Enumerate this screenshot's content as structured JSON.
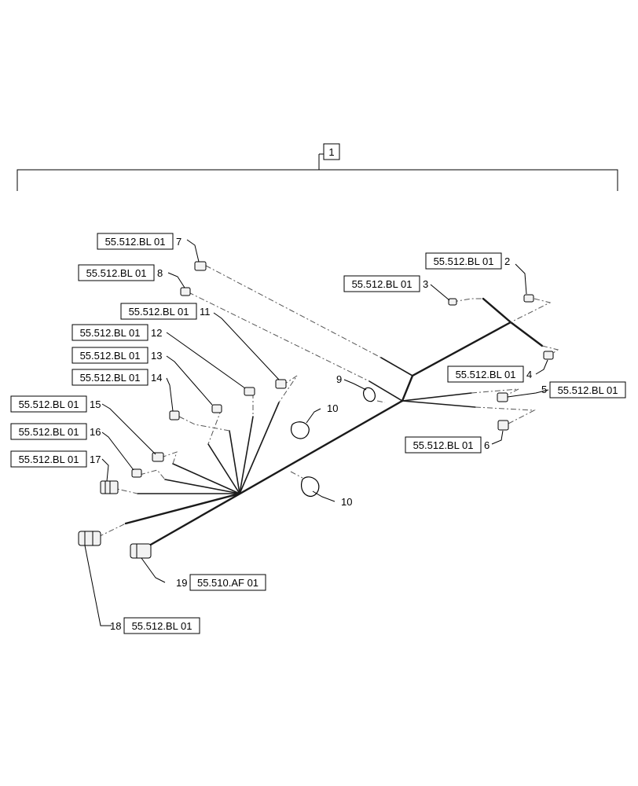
{
  "assembly": {
    "item": "1"
  },
  "labels": [
    {
      "id": "lbl-2",
      "ref": "55.512.BL 01",
      "num": "2"
    },
    {
      "id": "lbl-3",
      "ref": "55.512.BL 01",
      "num": "3"
    },
    {
      "id": "lbl-4",
      "ref": "55.512.BL 01",
      "num": "4"
    },
    {
      "id": "lbl-5",
      "ref": "55.512.BL 01",
      "num": "5"
    },
    {
      "id": "lbl-6",
      "ref": "55.512.BL 01",
      "num": "6"
    },
    {
      "id": "lbl-7",
      "ref": "55.512.BL 01",
      "num": "7"
    },
    {
      "id": "lbl-8",
      "ref": "55.512.BL 01",
      "num": "8"
    },
    {
      "id": "lbl-11",
      "ref": "55.512.BL 01",
      "num": "11"
    },
    {
      "id": "lbl-12",
      "ref": "55.512.BL 01",
      "num": "12"
    },
    {
      "id": "lbl-13",
      "ref": "55.512.BL 01",
      "num": "13"
    },
    {
      "id": "lbl-14",
      "ref": "55.512.BL 01",
      "num": "14"
    },
    {
      "id": "lbl-15",
      "ref": "55.512.BL 01",
      "num": "15"
    },
    {
      "id": "lbl-16",
      "ref": "55.512.BL 01",
      "num": "16"
    },
    {
      "id": "lbl-17",
      "ref": "55.512.BL 01",
      "num": "17"
    },
    {
      "id": "lbl-18",
      "ref": "55.512.BL 01",
      "num": "18"
    },
    {
      "id": "lbl-19",
      "ref": "55.510.AF 01",
      "num": "19"
    }
  ],
  "callouts": [
    {
      "id": "c-9",
      "num": "9"
    },
    {
      "id": "c-10a",
      "num": "10"
    },
    {
      "id": "c-10b",
      "num": "10"
    }
  ]
}
